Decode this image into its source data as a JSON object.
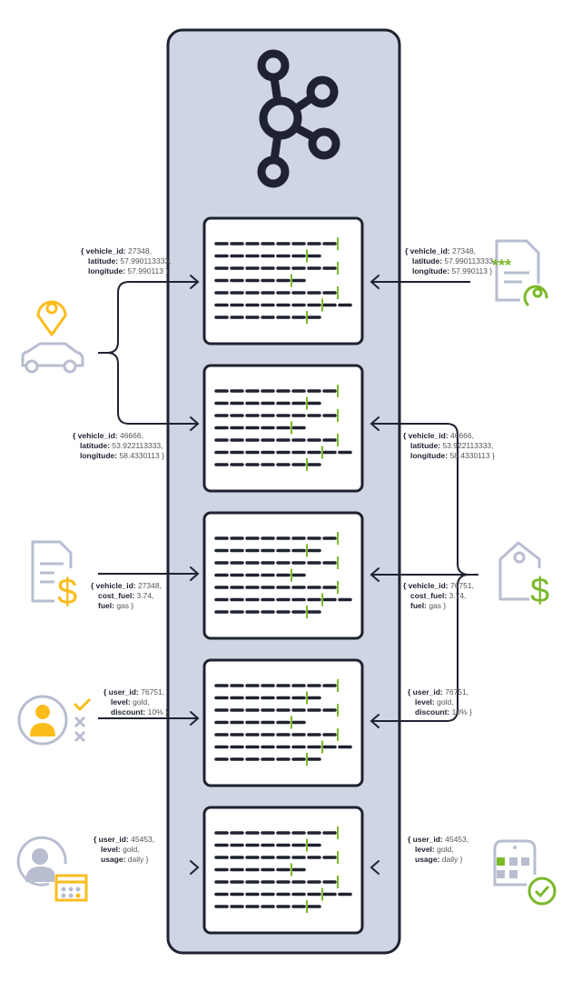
{
  "colors": {
    "container": "#cfd5e3",
    "stroke": "#1f2230",
    "accent_green": "#7ab929",
    "accent_yellow": "#fbbc1c",
    "icon_grey": "#b8bdd0"
  },
  "left_messages": [
    {
      "lines": [
        {
          "k": "{ vehicle_id:",
          "v": " 27348,"
        },
        {
          "k": "latitude:",
          "v": " 57.990113333,"
        },
        {
          "k": "longitude:",
          "v": " 57.990113 }"
        }
      ]
    },
    {
      "lines": [
        {
          "k": "{ vehicle_id:",
          "v": " 46666,"
        },
        {
          "k": "latitude:",
          "v": " 53.922113333,"
        },
        {
          "k": "longitude:",
          "v": " 58.4330113 }"
        }
      ]
    },
    {
      "lines": [
        {
          "k": "{ vehicle_id:",
          "v": " 27348,"
        },
        {
          "k": "cost_fuel:",
          "v": " 3.74,"
        },
        {
          "k": "fuel:",
          "v": " gas }"
        }
      ]
    },
    {
      "lines": [
        {
          "k": "{ user_id:",
          "v": " 76751,"
        },
        {
          "k": "level:",
          "v": " gold,"
        },
        {
          "k": "discount:",
          "v": " 10% }"
        }
      ]
    },
    {
      "lines": [
        {
          "k": "{ user_id:",
          "v": " 45453,"
        },
        {
          "k": "level:",
          "v": " gold,"
        },
        {
          "k": "usage:",
          "v": " daily }"
        }
      ]
    }
  ],
  "right_messages": [
    {
      "lines": [
        {
          "k": "{ vehicle_id:",
          "v": " 27348,"
        },
        {
          "k": "latitude:",
          "v": " 57.990113333,"
        },
        {
          "k": "longitude:",
          "v": " 57.990113 }"
        }
      ]
    },
    {
      "lines": [
        {
          "k": "{ vehicle_id:",
          "v": " 46666,"
        },
        {
          "k": "latitude:",
          "v": " 53.922113333,"
        },
        {
          "k": "longitude:",
          "v": " 58.4330113 }"
        }
      ]
    },
    {
      "lines": [
        {
          "k": "{ vehicle_id:",
          "v": " 76751,"
        },
        {
          "k": "cost_fuel:",
          "v": " 3.74,"
        },
        {
          "k": "fuel:",
          "v": " gas }"
        }
      ]
    },
    {
      "lines": [
        {
          "k": "{ user_id:",
          "v": " 76751,"
        },
        {
          "k": "level:",
          "v": " gold,"
        },
        {
          "k": "discount:",
          "v": " 10% }"
        }
      ]
    },
    {
      "lines": [
        {
          "k": "{ user_id:",
          "v": " 45453,"
        },
        {
          "k": "level:",
          "v": " gold,"
        },
        {
          "k": "usage:",
          "v": " daily }"
        }
      ]
    }
  ],
  "icons": [
    "kafka-logo",
    "car-location-icon",
    "document-dollar-icon",
    "user-checklist-icon",
    "user-calendar-icon",
    "document-rating-icon",
    "price-tag-icon",
    "calendar-check-icon"
  ]
}
